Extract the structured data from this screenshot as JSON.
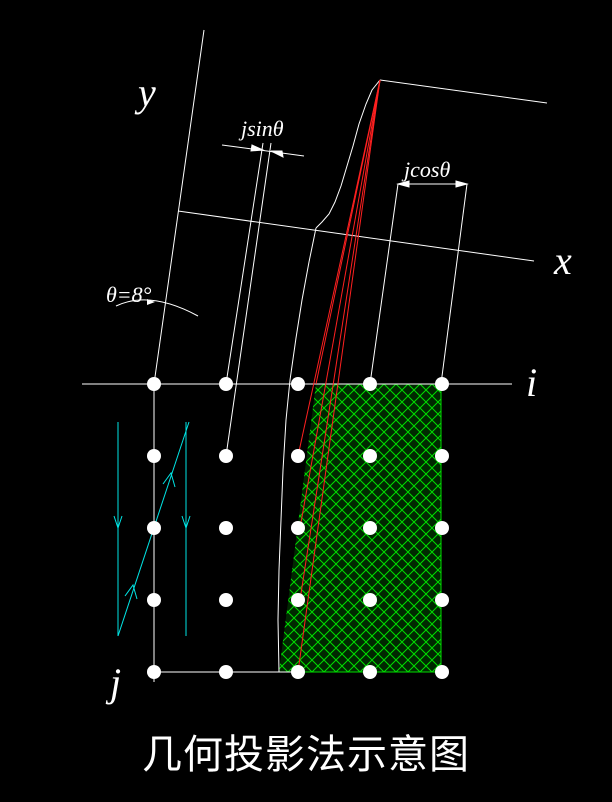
{
  "labels": {
    "y_axis": "y",
    "x_axis": "x",
    "i_axis": "i",
    "j_axis": "j",
    "jsin": "jsinθ",
    "jcos": "jcosθ",
    "theta": "θ=8°"
  },
  "caption": "几何投影法示意图",
  "colors": {
    "background": "#000000",
    "lines": "#ffffff",
    "rays": "#ff2020",
    "hatch": "#00ff00",
    "arrows": "#00e5e5"
  },
  "grid": {
    "columns": 5,
    "rows": 5
  }
}
